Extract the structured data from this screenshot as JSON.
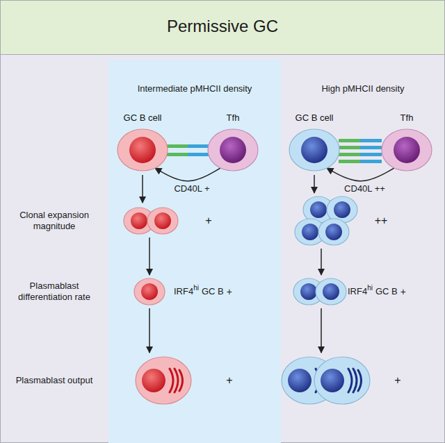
{
  "diagram": {
    "title": "Permissive GC",
    "nodes": [
      {
        "text": [
          "GC B cell"
        ]
      },
      {
        "text": [
          "Tfh"
        ]
      },
      {
        "text": [
          "GC B cell"
        ]
      },
      {
        "text": [
          "Tfh"
        ]
      }
    ],
    "edges": [
      {
        "from": 1,
        "to": 0,
        "arrow": "to",
        "label": "CD40L +"
      },
      {
        "from": 3,
        "to": 2,
        "arrow": "to",
        "label": "CD40L ++"
      }
    ],
    "labels": [
      "Intermediate pMHCII density",
      "High pMHCII density",
      "Clonal expansion magnitude",
      "+",
      "++",
      "Plasmablast differentiation rate",
      "IRF4",
      "hi",
      "GC B",
      "+",
      "IRF4",
      "hi",
      "GC B",
      "+",
      "Plasmablast output",
      "+",
      "+"
    ]
  }
}
